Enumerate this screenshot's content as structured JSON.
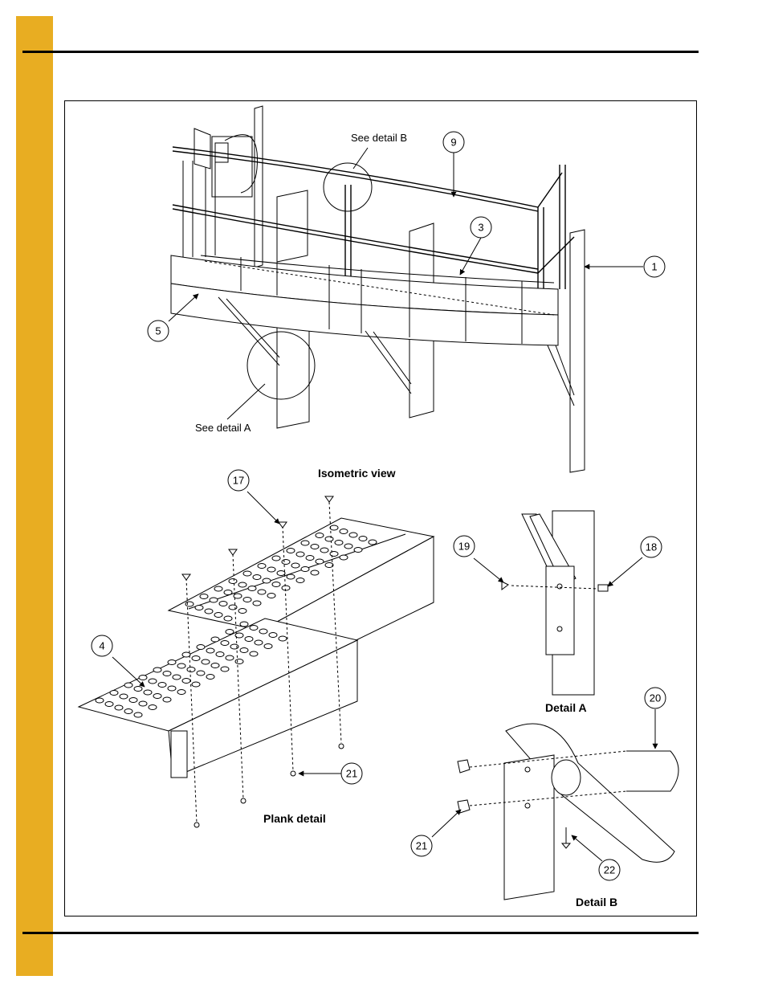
{
  "colors": {
    "side_tab": "#E8AD22",
    "line": "#000000",
    "paper": "#ffffff"
  },
  "notes": {
    "see_detail_b": "See detail B",
    "see_detail_a": "See detail A"
  },
  "titles": {
    "isometric": "Isometric view",
    "plank": "Plank detail",
    "detail_a": "Detail A",
    "detail_b": "Detail B"
  },
  "callouts": {
    "c1": "1",
    "c3": "3",
    "c4": "4",
    "c5": "5",
    "c9": "9",
    "c17": "17",
    "c18": "18",
    "c19": "19",
    "c20": "20",
    "c21a": "21",
    "c21b": "21",
    "c22": "22"
  }
}
